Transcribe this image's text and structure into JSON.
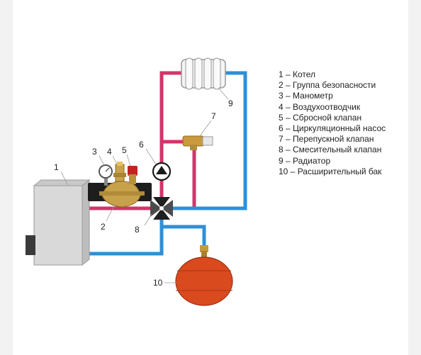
{
  "colors": {
    "supply": "#d6336c",
    "return": "#2f8fd8",
    "boiler": "#d9d9d9",
    "tank": "#d94a1f",
    "brass": "#c8a24a"
  },
  "callouts": [
    "1",
    "2",
    "3",
    "4",
    "5",
    "6",
    "7",
    "8",
    "9",
    "10"
  ],
  "legend": [
    "1 – Котел",
    "2 – Группа безопасности",
    "3 – Манометр",
    "4 – Воздухоотводчик",
    "5 – Сбросной клапан",
    "6 – Циркуляционный насос",
    "7 – Перепускной клапан",
    "8 – Смесительный клапан",
    "9 – Радиатор",
    "10 – Расширительный бак"
  ]
}
